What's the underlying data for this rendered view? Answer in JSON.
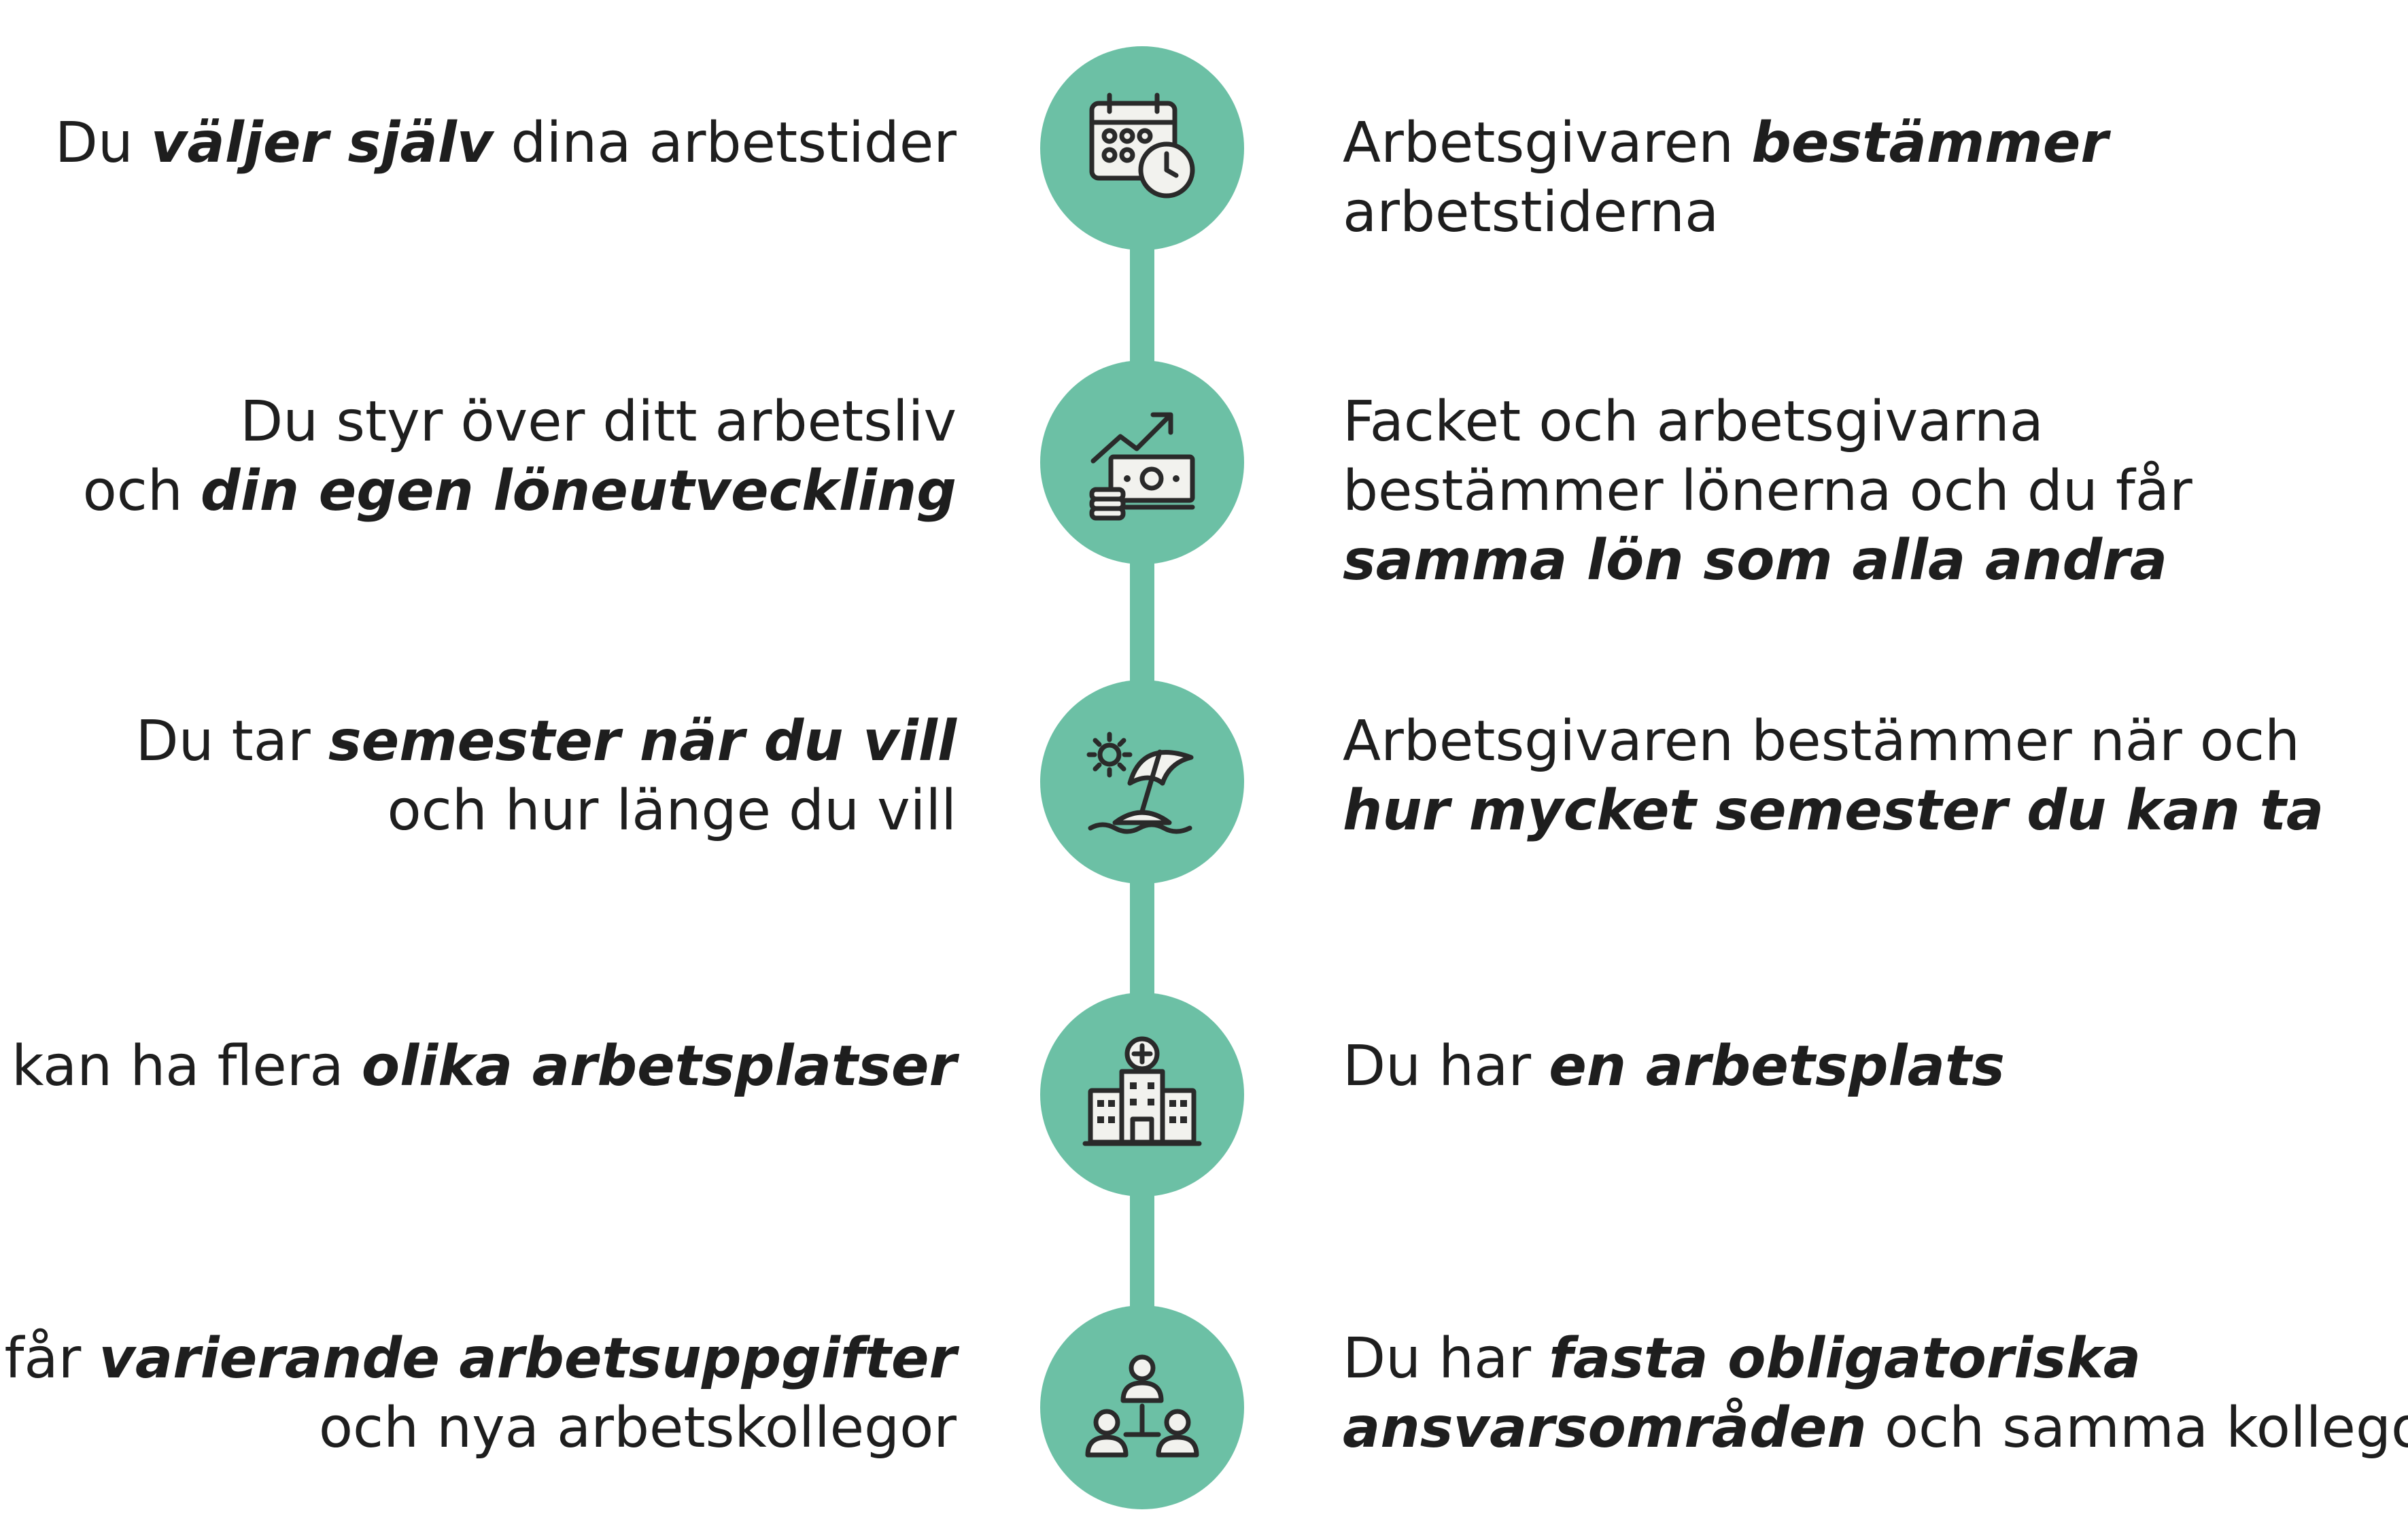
{
  "rows": [
    {
      "icon": "calendar-clock-icon",
      "left": [
        [
          "Du ",
          "väljer själv",
          " dina arbetstider"
        ]
      ],
      "right": [
        [
          "Arbetsgivaren ",
          "bestämmer",
          ""
        ],
        [
          "arbetstiderna",
          "",
          ""
        ]
      ]
    },
    {
      "icon": "money-growth-icon",
      "left": [
        [
          "Du styr över ditt arbetsliv",
          "",
          ""
        ],
        [
          "och ",
          "din egen löneutveckling",
          ""
        ]
      ],
      "right": [
        [
          "Facket och arbetsgivarna",
          "",
          ""
        ],
        [
          "bestämmer lönerna och du får",
          "",
          ""
        ],
        [
          "",
          "samma lön som alla andra",
          ""
        ]
      ]
    },
    {
      "icon": "beach-umbrella-icon",
      "left": [
        [
          "Du tar ",
          "semester när du vill",
          ""
        ],
        [
          "och hur länge du vill",
          "",
          ""
        ]
      ],
      "right": [
        [
          "Arbetsgivaren bestämmer när och",
          "",
          ""
        ],
        [
          "",
          "hur mycket semester du kan ta",
          ""
        ]
      ]
    },
    {
      "icon": "hospital-building-icon",
      "left": [
        [
          "Du kan ha flera ",
          "olika arbetsplatser",
          ""
        ]
      ],
      "right": [
        [
          "Du har ",
          "en arbetsplats",
          ""
        ]
      ]
    },
    {
      "icon": "team-hierarchy-icon",
      "left": [
        [
          "Du får ",
          "varierande arbetsuppgifter",
          ""
        ],
        [
          "och nya arbetskollegor",
          "",
          ""
        ]
      ],
      "right": [
        [
          "Du har ",
          "fasta obligatoriska",
          ""
        ],
        [
          "",
          "ansvarsområden",
          " och samma kollegor"
        ]
      ]
    }
  ],
  "colors": {
    "accent": "#6cc0a5",
    "text": "#1e1e1e",
    "icon": "#2a2a2a"
  }
}
